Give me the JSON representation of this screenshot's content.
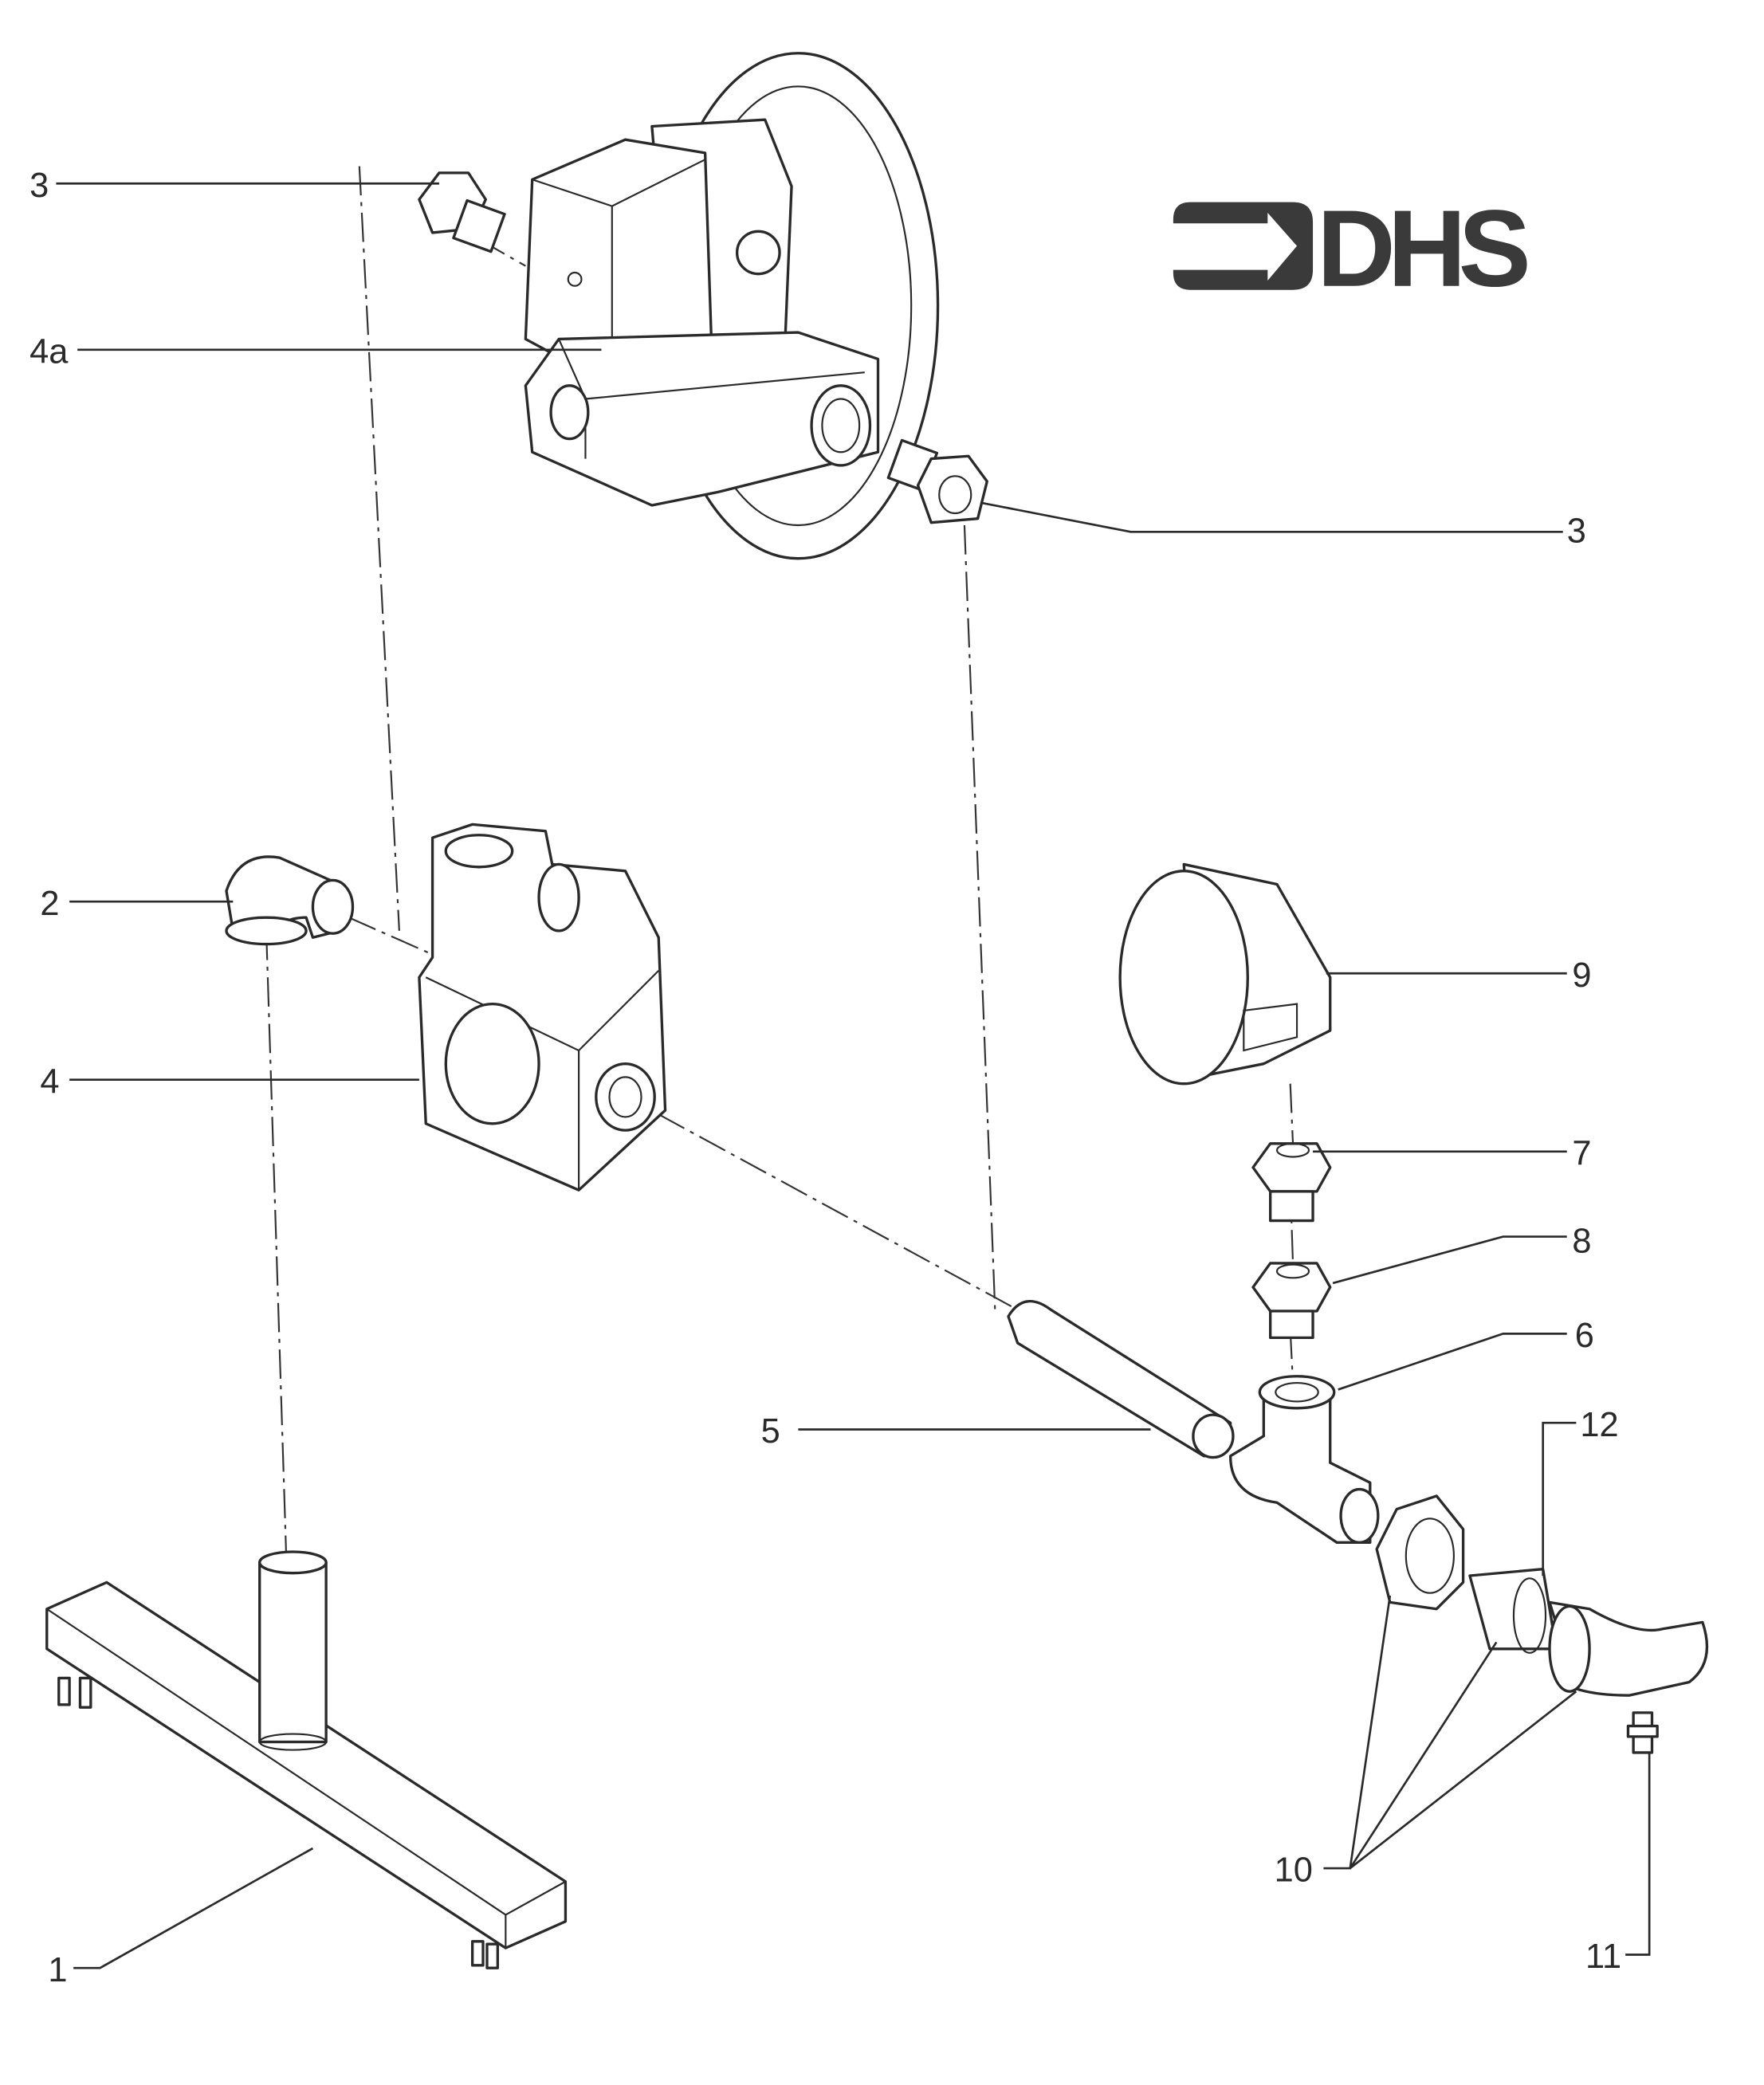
{
  "logo": {
    "text": "DHS",
    "color": "#3a3a3a"
  },
  "callouts": {
    "c3_top": "3",
    "c4a": "4a",
    "c3_right": "3",
    "c2": "2",
    "c4": "4",
    "c9": "9",
    "c7": "7",
    "c8": "8",
    "c6": "6",
    "c5": "5",
    "c12": "12",
    "c10": "10",
    "c11": "11",
    "c1": "1"
  }
}
